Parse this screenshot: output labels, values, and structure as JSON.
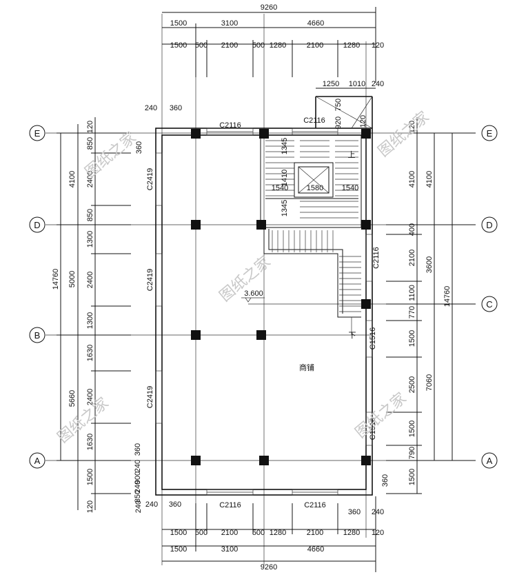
{
  "axes": {
    "E": "E",
    "D": "D",
    "C": "C",
    "B": "B",
    "A": "A"
  },
  "top": {
    "total": "9260",
    "row2": [
      "1500",
      "3100",
      "4660"
    ],
    "row3": [
      "1500",
      "500",
      "2100",
      "500",
      "1280",
      "2100",
      "1280",
      "120"
    ],
    "stair_top": [
      "1250",
      "1010",
      "240"
    ],
    "small": [
      "240",
      "360"
    ]
  },
  "bottom": {
    "total": "9260",
    "row2": [
      "1500",
      "3100",
      "4660"
    ],
    "row3": [
      "1500",
      "500",
      "2100",
      "500",
      "1280",
      "2100",
      "1280",
      "120"
    ],
    "small_left": [
      "240",
      "240",
      "360"
    ],
    "small_right": [
      "360",
      "240",
      "360"
    ]
  },
  "left": {
    "total": "14760",
    "mid": [
      "4100",
      "5000",
      "5660"
    ],
    "inner": [
      "120",
      "850",
      "2400",
      "850",
      "1300",
      "2400",
      "1300",
      "1630",
      "2400",
      "1630",
      "1500",
      "120"
    ],
    "small": [
      "360",
      "360",
      "240",
      "900",
      "240",
      "850"
    ]
  },
  "right": {
    "total": "14760",
    "mid": [
      "4100",
      "3600",
      "7060"
    ],
    "inner": [
      "120",
      "4100",
      "400",
      "2100",
      "1100",
      "770",
      "1500",
      "2500",
      "1500",
      "790",
      "1500"
    ],
    "small": [
      "360"
    ]
  },
  "windows": {
    "top_a": "C2116",
    "top_b": "C2116",
    "bottom_a": "C2116",
    "bottom_b": "C2116",
    "left_1": "C2419",
    "left_2": "C2419",
    "left_3": "C2419",
    "right_1": "C2116",
    "right_2": "C1516",
    "right_3": "C1516"
  },
  "stair": {
    "up": "上",
    "down": "下",
    "d1345a": "1345",
    "d1410": "1410",
    "d1345b": "1345",
    "d1540a": "1540",
    "d1580": "1580",
    "d1540b": "1540",
    "d920": "920",
    "d750": "750",
    "d120": "120"
  },
  "level": "3.600",
  "room": "商铺",
  "watermark": "图纸之家"
}
